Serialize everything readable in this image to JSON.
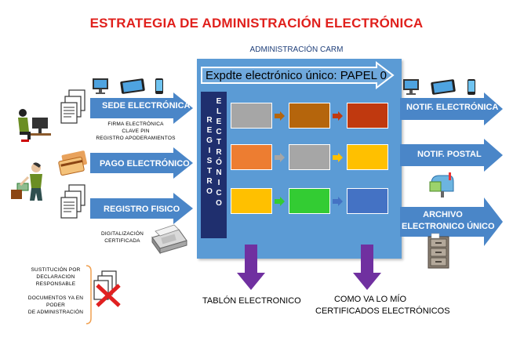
{
  "title": "ESTRATEGIA DE ADMINISTRACIÓN ELECTRÓNICA",
  "carm_label": "ADMINISTRACIÓN CARM",
  "expediente_label": "Expdte electrónico único: PAPEL 0",
  "registro_letters": [
    "R",
    "E",
    "G",
    "I",
    "S",
    "T",
    "R",
    "O"
  ],
  "electronico_letters": [
    "E",
    "L",
    "E",
    "C",
    "T",
    "R",
    "Ó",
    "N",
    "I",
    "C",
    "O"
  ],
  "inputs": [
    {
      "label": "SEDE ELECTRÓNICA",
      "sub": [
        "FIRMA ELECTRÓNICA",
        "CLAVE PIN",
        "REGISTRO APODERAMIENTOS"
      ]
    },
    {
      "label": "PAGO ELECTRÓNICO",
      "sub": []
    },
    {
      "label": "REGISTRO FISICO",
      "sub": [
        "DIGITALIZACIÓN",
        "CERTIFICADA"
      ]
    }
  ],
  "outputs": [
    {
      "label": "NOTIF. ELECTRÓNICA"
    },
    {
      "label": "NOTIF. POSTAL"
    },
    {
      "label_line1": "ARCHIVO",
      "label_line2": "ELECTRONICO ÚNICO"
    }
  ],
  "process_rows": [
    [
      "#a6a6a6",
      "#b5650c",
      "#c0390f"
    ],
    [
      "#ed7d31",
      "#a6a6a6",
      "#ffc000"
    ],
    [
      "#ffc000",
      "#33cc33",
      "#4472c4"
    ]
  ],
  "substitution_notes": {
    "line1": "SUSTITUCIÓN POR",
    "line2": "DECLARACION",
    "line3": "RESPONSABLE",
    "line4": "DOCUMENTOS YA EN PODER",
    "line5": "DE ADMINISTRACIÓN"
  },
  "bottom_outputs": {
    "tablon": "TABLÓN ELECTRONICO",
    "como_va_line1": "COMO VA LO MÍO",
    "como_va_line2": "CERTIFICADOS ELECTRÓNICOS"
  },
  "colors": {
    "title": "#e0201c",
    "arrow_blue": "#4a86c8",
    "box_blue": "#5b9bd5",
    "registro_bar": "#1f2f6e",
    "down_arrow": "#7030a0",
    "cross_red": "#e02020"
  }
}
